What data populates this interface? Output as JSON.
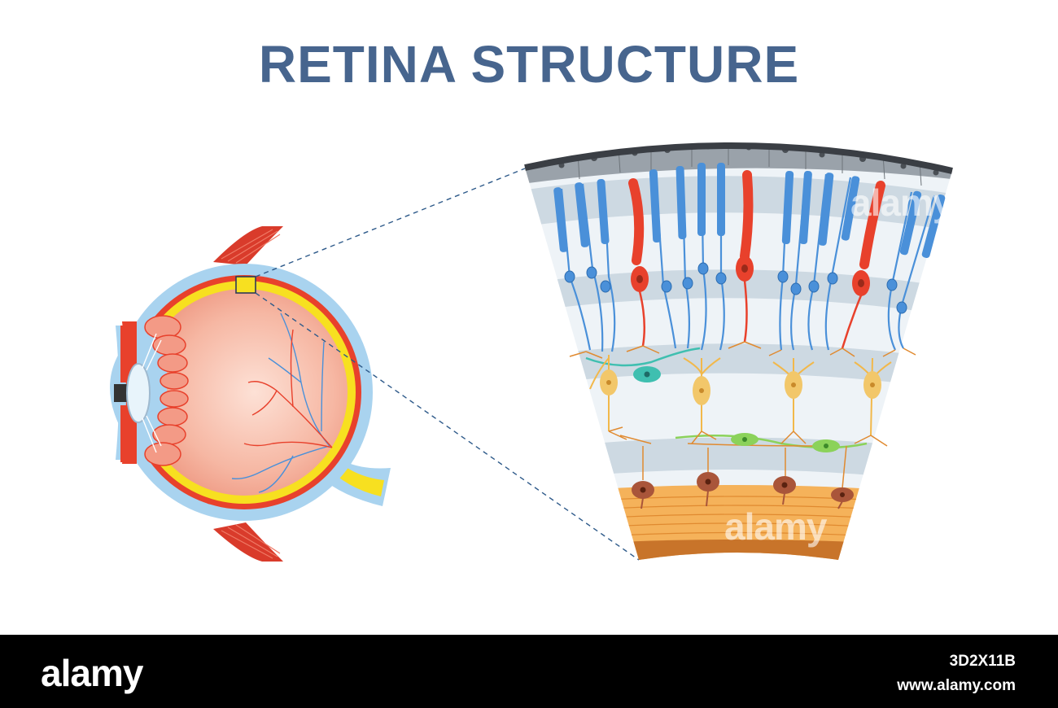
{
  "title": "RETINA STRUCTURE",
  "watermark": "alamy",
  "footer": {
    "logo": "alamy",
    "image_id": "3D2X11B",
    "url": "www.alamy.com"
  },
  "colors": {
    "title": "#47658e",
    "rod": "#4a90d9",
    "cone": "#e8412c",
    "bipolar": "#f2c76a",
    "horizontal": "#3fbfb0",
    "amacrine": "#8bd25a",
    "ganglion": "#a9553a",
    "sclera": "#a9d3ef",
    "choroid": "#e8412c",
    "retina_layer": "#f7e020"
  },
  "icons": [
    "eyeball-cross-section",
    "retina-magnified-section",
    "zoom-box"
  ]
}
